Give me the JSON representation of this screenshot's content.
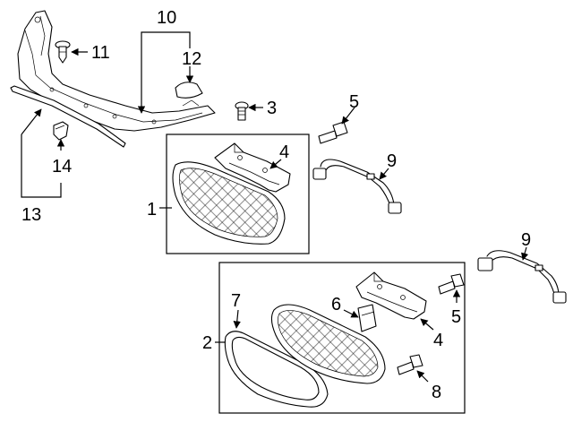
{
  "diagram": {
    "callouts": {
      "c1": "1",
      "c2": "2",
      "c3": "3",
      "c4a": "4",
      "c4b": "4",
      "c5a": "5",
      "c5b": "5",
      "c6": "6",
      "c7": "7",
      "c8": "8",
      "c9a": "9",
      "c9b": "9",
      "c10": "10",
      "c11": "11",
      "c12": "12",
      "c13": "13",
      "c14": "14"
    }
  }
}
